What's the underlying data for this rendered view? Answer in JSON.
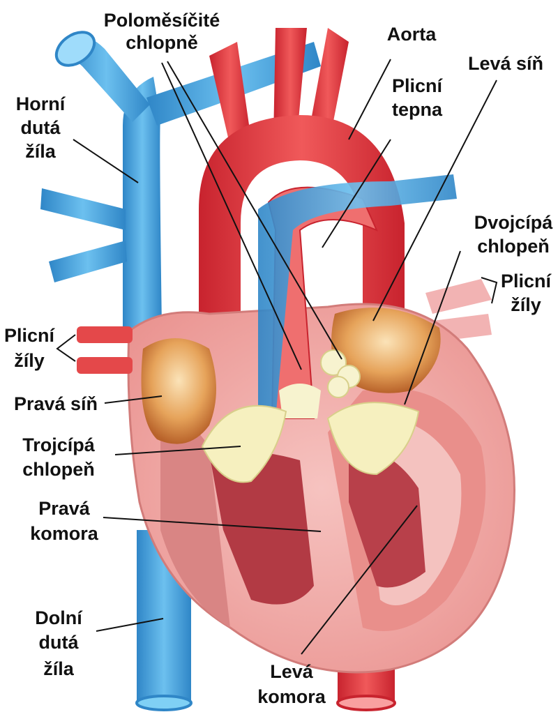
{
  "labels": {
    "semilunar_valves": [
      "Poloměsíčité",
      "chlopně"
    ],
    "aorta": [
      "Aorta"
    ],
    "left_atrium": [
      "Levá síň"
    ],
    "pulmonary_artery": [
      "Plicní",
      "tepna"
    ],
    "superior_vena_cava": [
      "Horní",
      "dutá",
      "žíla"
    ],
    "mitral_valve": [
      "Dvojcípá",
      "chlopeň"
    ],
    "pulmonary_veins_right": [
      "Plicní",
      "žíly"
    ],
    "pulmonary_veins_left": [
      "Plicní",
      "žíly"
    ],
    "right_atrium": [
      "Pravá síň"
    ],
    "tricuspid_valve": [
      "Trojcípá",
      "chlopeň"
    ],
    "right_ventricle": [
      "Pravá",
      "komora"
    ],
    "inferior_vena_cava": [
      "Dolní",
      "dutá",
      "žíla"
    ],
    "left_ventricle": [
      "Levá",
      "komora"
    ]
  },
  "colors": {
    "vein_blue": "#4aa6df",
    "artery_red": "#e23a3a",
    "muscle_pink": "#f2a7a5",
    "chamber_dark": "#b23a44",
    "valve_cream": "#f6f0bf",
    "atrium_orange": "#d98a3a"
  }
}
